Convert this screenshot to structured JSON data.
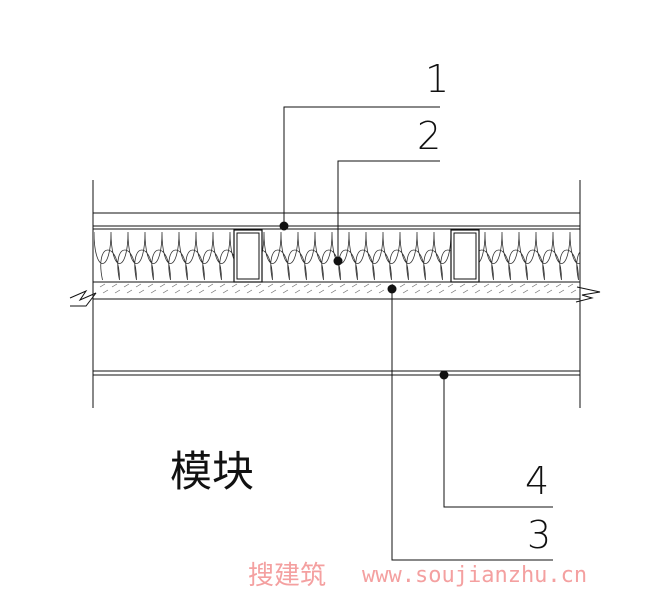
{
  "drawing": {
    "callouts": [
      {
        "id": "1",
        "label": "1"
      },
      {
        "id": "2",
        "label": "2"
      },
      {
        "id": "3",
        "label": "3"
      },
      {
        "id": "4",
        "label": "4"
      }
    ],
    "module_label": "模块",
    "watermark": {
      "cn": "搜建筑",
      "url": "www.soujianzhu.cn",
      "color": "#f4a0a0"
    }
  }
}
